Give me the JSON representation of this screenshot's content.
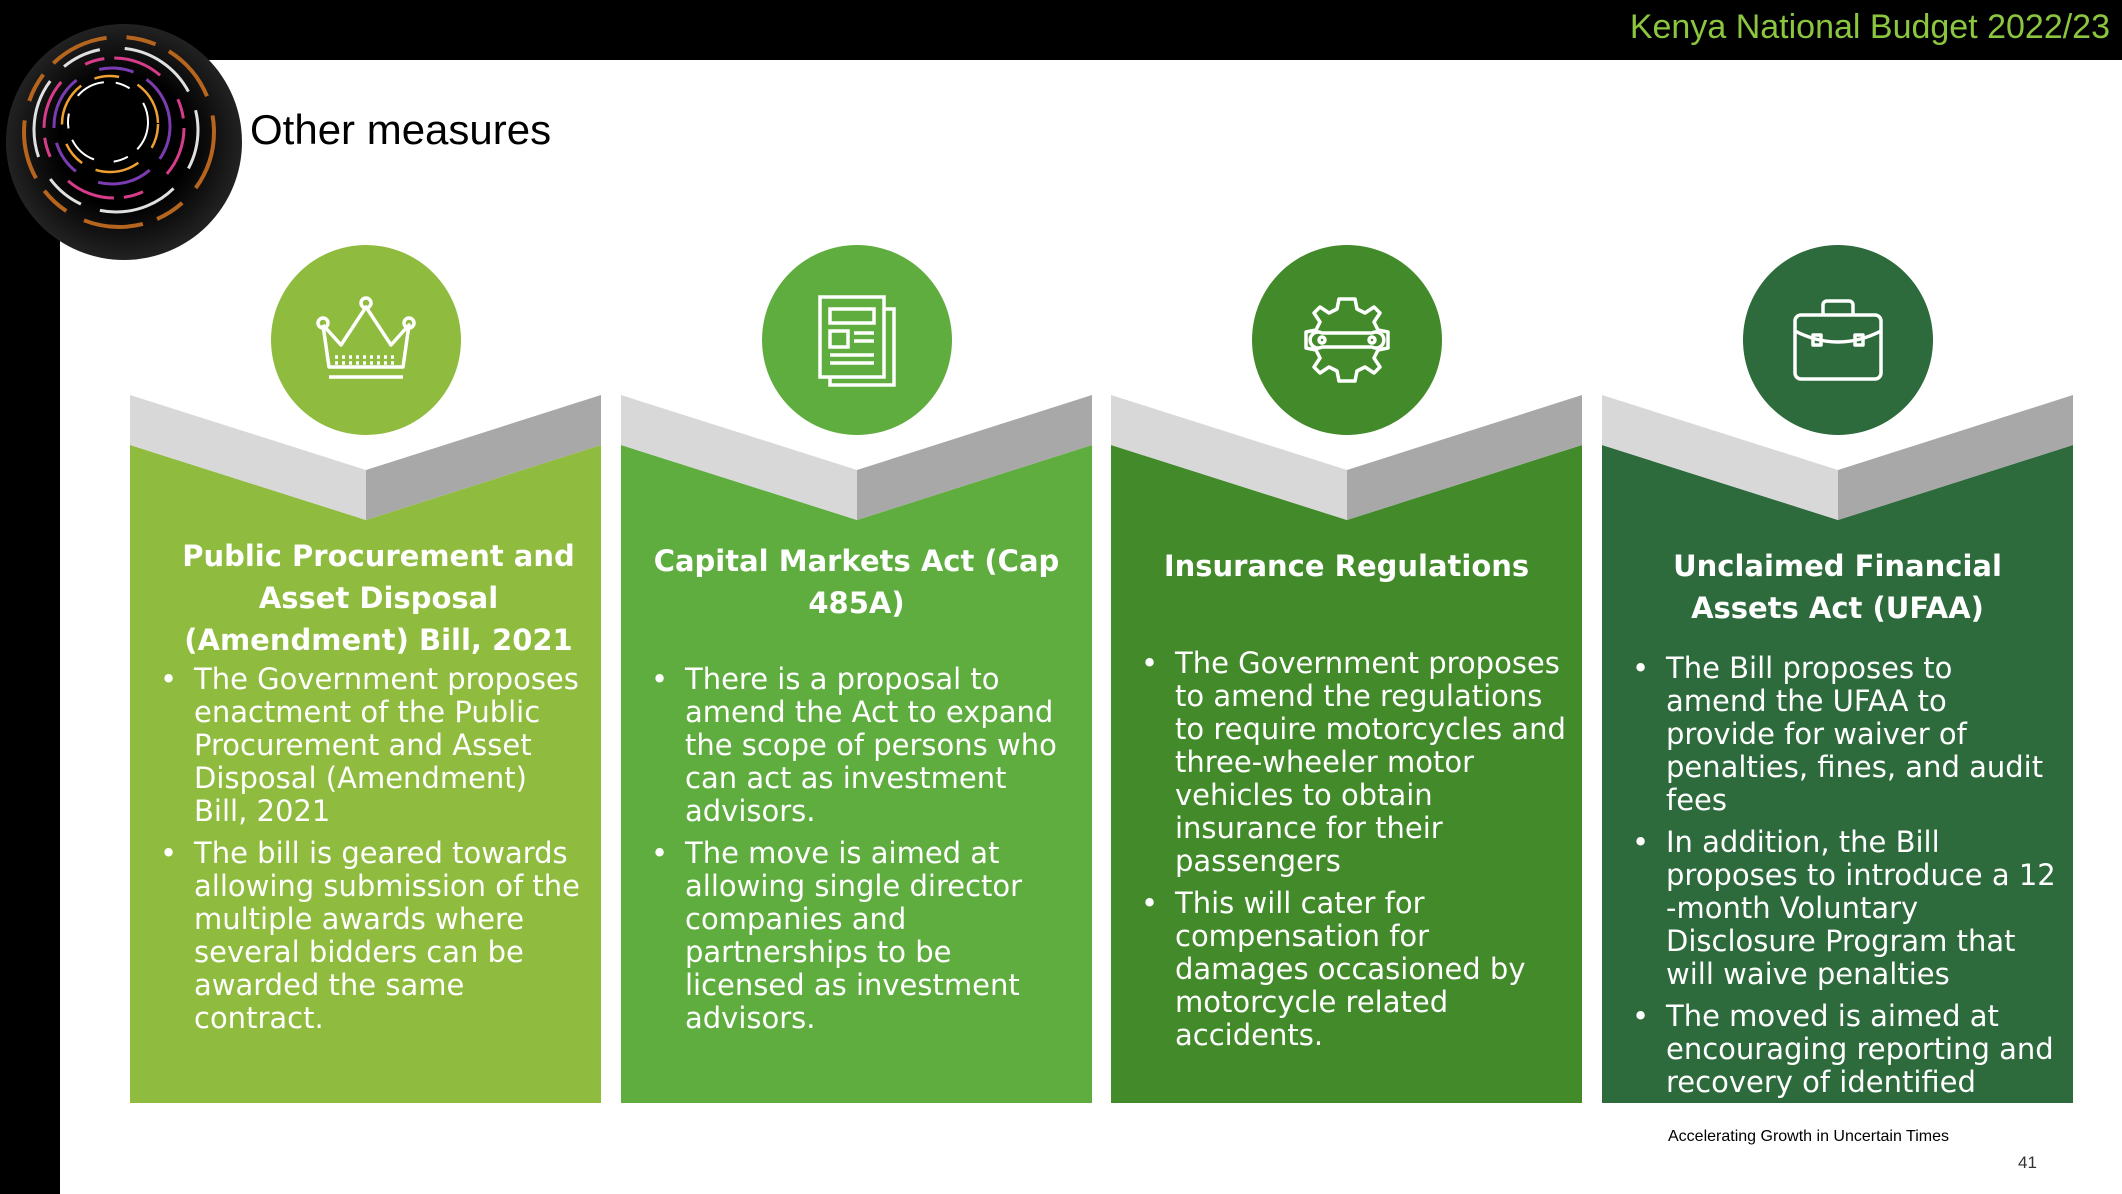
{
  "header": {
    "title": "Kenya National Budget 2022/23"
  },
  "page": {
    "title": "Other measures"
  },
  "cards": [
    {
      "color": "#8fbb3e",
      "icon": "crown-icon",
      "heading": "Public Procurement and Asset Disposal (Amendment) Bill, 2021",
      "bullets": [
        "The Government proposes enactment of the Public Procurement and Asset Disposal (Amendment) Bill, 2021",
        "The bill is geared towards allowing submission of the multiple awards where several bidders can be awarded the same contract."
      ]
    },
    {
      "color": "#5fad3f",
      "icon": "newspaper-icon",
      "heading": "Capital Markets Act (Cap 485A)",
      "bullets": [
        "There is a proposal to amend the Act to expand the scope of persons who can act as investment advisors.",
        "The move is aimed at allowing single director companies and partnerships to be licensed as investment advisors."
      ]
    },
    {
      "color": "#428a2a",
      "icon": "gear-wrench-icon",
      "heading": "Insurance Regulations",
      "bullets": [
        "The Government proposes to amend the regulations to require motorcycles and three-wheeler motor vehicles to obtain insurance for their passengers",
        "This will cater for compensation for damages occasioned by motorcycle related accidents."
      ]
    },
    {
      "color": "#2d6a3c",
      "icon": "briefcase-icon",
      "heading": "Unclaimed Financial Assets Act (UFAA)",
      "bullets": [
        "The Bill proposes to amend the UFAA to provide for waiver of penalties, fines, and audit fees",
        "In addition, the Bill proposes to introduce a 12 -month Voluntary Disclosure Program that will waive penalties",
        "The moved is aimed at encouraging reporting and recovery of identified assets."
      ]
    }
  ],
  "footer": {
    "tagline": "Accelerating Growth in Uncertain Times",
    "page_number": "41"
  }
}
